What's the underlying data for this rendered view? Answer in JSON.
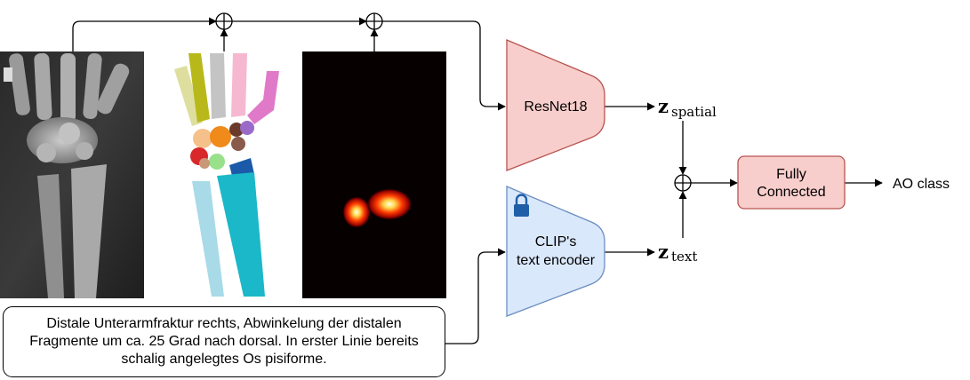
{
  "blocks": {
    "resnet": {
      "label": "ResNet18",
      "fill": "#f8cecc",
      "stroke": "#b85450"
    },
    "clip": {
      "line1": "CLIP's",
      "line2": "text encoder",
      "fill": "#dae8fc",
      "stroke": "#6c8ebf",
      "lock_color": "#1f5fa8"
    },
    "fc": {
      "line1": "Fully",
      "line2": "Connected",
      "fill": "#f8cecc",
      "stroke": "#b85450"
    }
  },
  "outputs": {
    "z_spatial": {
      "symbol": "z",
      "subscript": "spatial"
    },
    "z_text": {
      "symbol": "z",
      "subscript": "text"
    },
    "ao_class": "AO class"
  },
  "operators": {
    "sum_symbol": "⊕"
  },
  "report_text": "Distale Unterarmfraktur rechts, Abwinkelung der distalen Fragmente um ca. 25 Grad nach dorsal. In erster Linie bereits schalig angelegtes Os pisiforme.",
  "images": {
    "xray": "wrist-xray",
    "segmentation": "bone-segmentation-mask",
    "heatmap": "fracture-heatmap"
  }
}
